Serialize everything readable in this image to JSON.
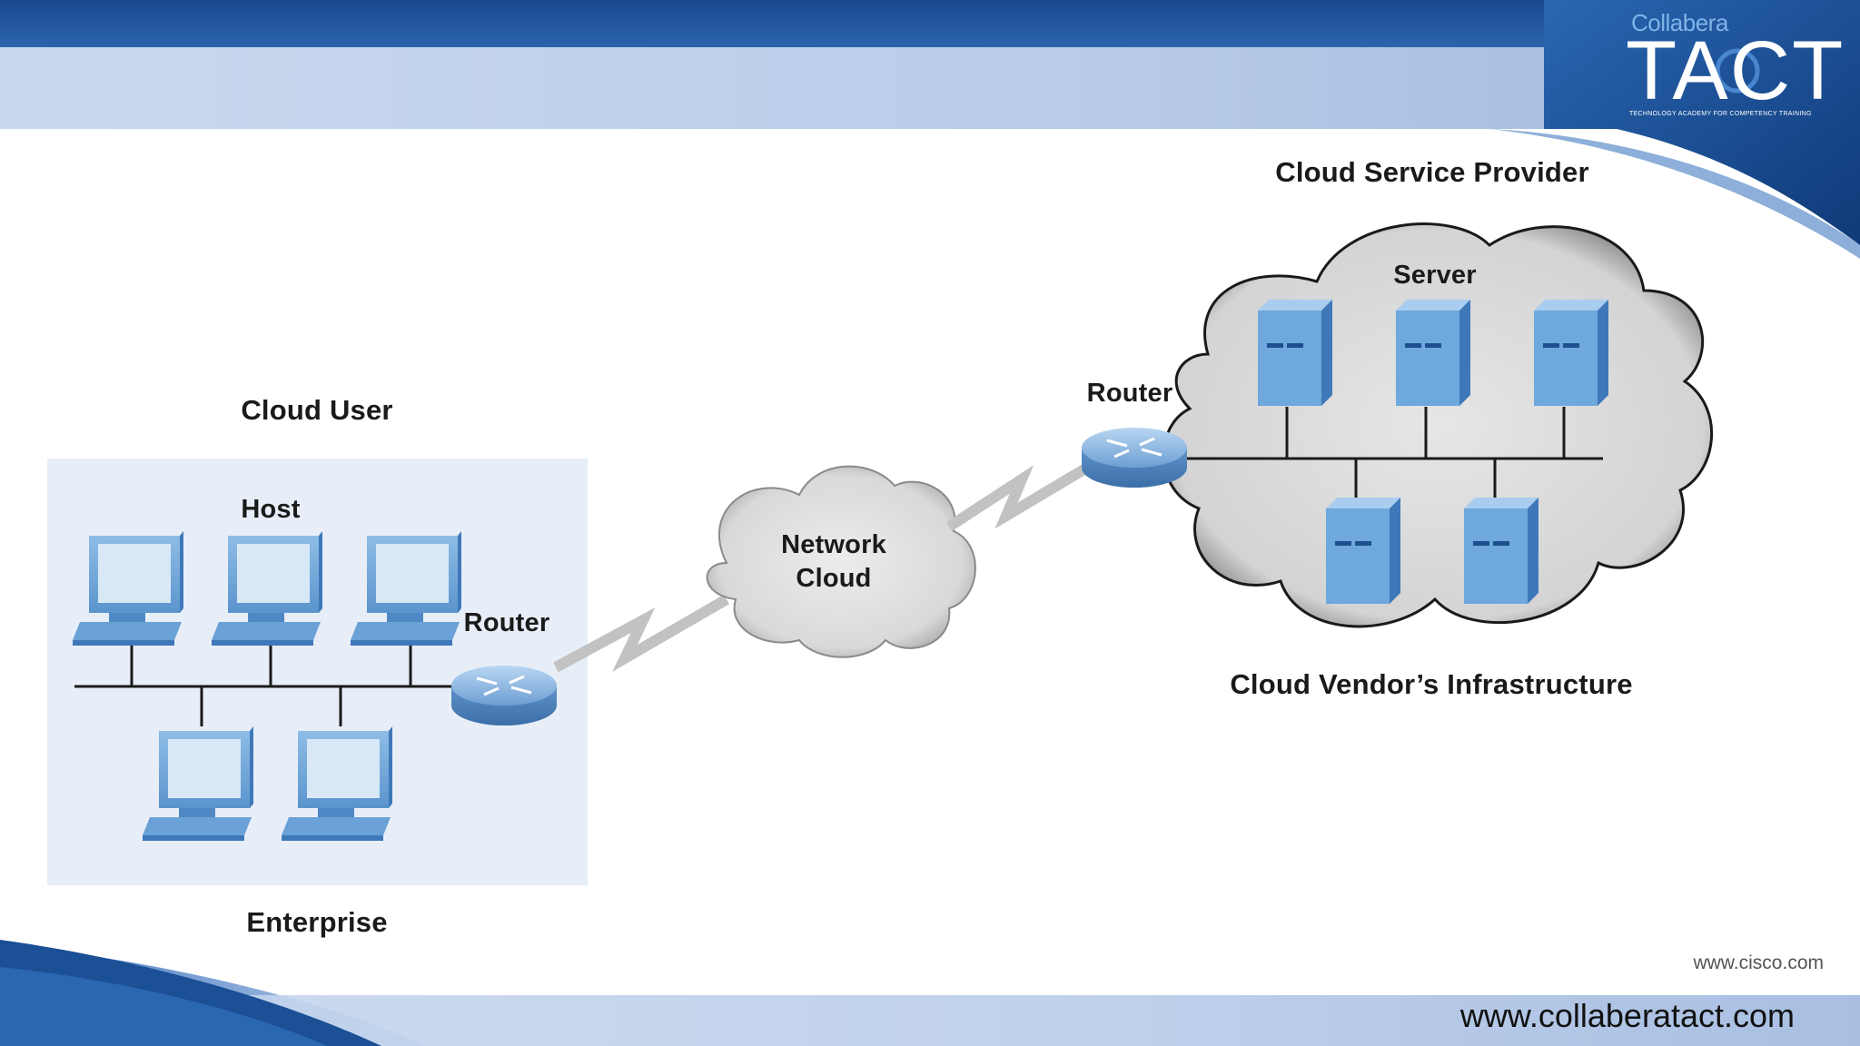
{
  "diagram": {
    "labels": {
      "cloud_user": "Cloud User",
      "host": "Host",
      "router_left": "Router",
      "enterprise": "Enterprise",
      "network_cloud_line1": "Network",
      "network_cloud_line2": "Cloud",
      "router_right": "Router",
      "cloud_service_provider": "Cloud Service Provider",
      "server": "Server",
      "cloud_vendor_infrastructure": "Cloud Vendor’s Infrastructure"
    },
    "colors": {
      "header_blue": "#1b4f96",
      "device_blue": "#6ea8dc",
      "enterprise_panel": "#e7eef8",
      "cloud_fill": "#dedede"
    }
  },
  "branding": {
    "brand_small": "Collabera",
    "brand_main": "TACT",
    "tagline": "TECHNOLOGY ACADEMY FOR COMPETENCY TRAINING",
    "credit": "www.cisco.com",
    "footer_url": "www.collaberatact.com"
  }
}
